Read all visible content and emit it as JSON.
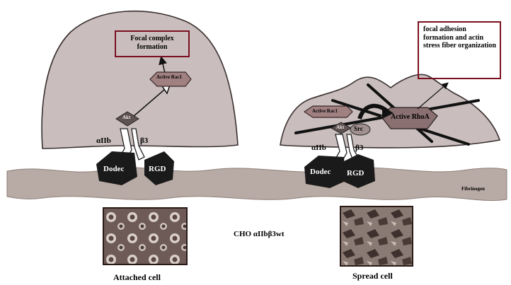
{
  "labels": {
    "focal_complex": "Focal complex formation",
    "focal_adhesion": "focal adhesion formation and actin stress fiber organization",
    "active_rac1_left": "Active Rac1",
    "active_rac1_right": "Active Rac1",
    "active_rhoa": "Active RhoA",
    "akt_left": "Akt",
    "akt_right": "Akt",
    "src": "Src",
    "aiib_left": "αIIb",
    "b3_left": "β3",
    "aiib_right": "αIIb",
    "b3_right": "β3",
    "dodec_left": "Dodec",
    "rgd_left": "RGD",
    "dodec_right": "Dodec",
    "rgd_right": "RGD",
    "fibrinogen": "Fibrinogen",
    "cho": "CHO αIIbβ3wt",
    "attached_cell": "Attached cell",
    "spread_cell": "Spread cell"
  },
  "colors": {
    "cell_fill": "#c9bdbd",
    "substrate": "#b8aaa4",
    "box_border": "#7a1020",
    "rac1_fill": "#a08080",
    "rhoa_fill": "#8a7070",
    "ligand_fill": "#1a1a1a"
  }
}
